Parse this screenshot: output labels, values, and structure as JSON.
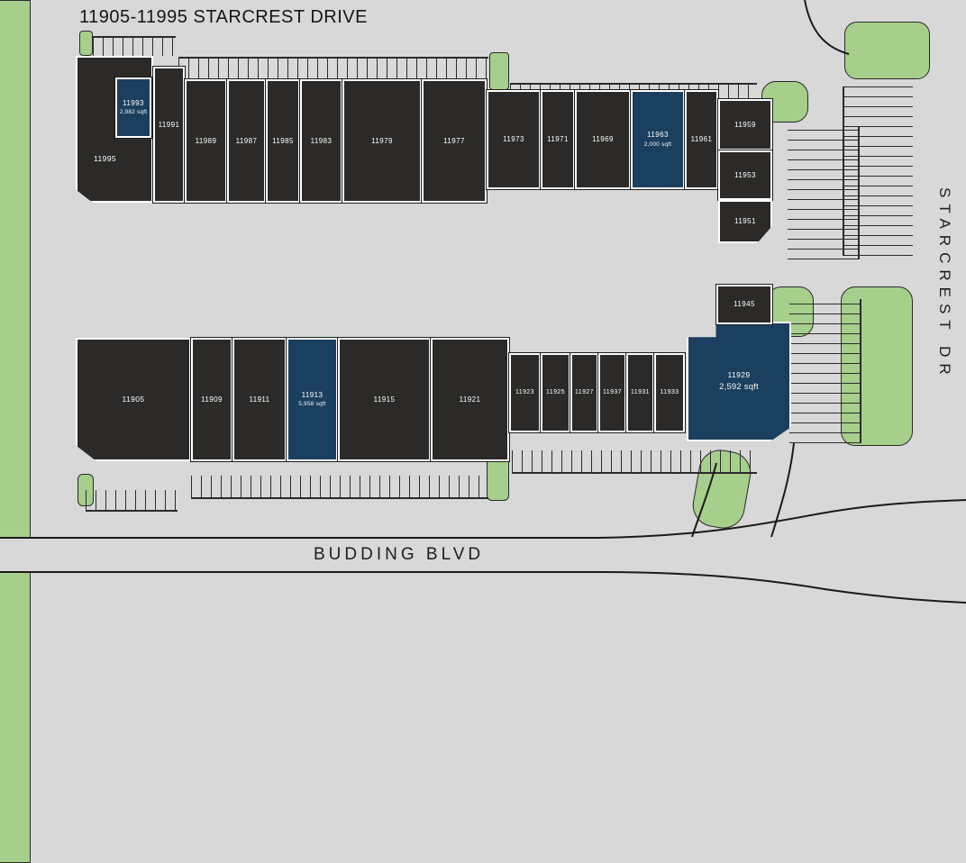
{
  "title": "11905-11995 STARCREST DRIVE",
  "streets": {
    "bottom_road": "BUDDING BLVD",
    "right_road": "STARCREST DR"
  },
  "colors": {
    "background": "#d8d8d8",
    "unit_fill": "#2b2a28",
    "available_fill": "#1b3f5e",
    "landscape_green": "#a6cf8b",
    "line": "#1a1a1a",
    "unit_text": "#ffffff"
  },
  "buildings": {
    "top": {
      "units": [
        {
          "label": "11995"
        },
        {
          "label": "11993",
          "sqft": "2,982 sqft",
          "available": true
        },
        {
          "label": "11991"
        },
        {
          "label": "11989"
        },
        {
          "label": "11987"
        },
        {
          "label": "11985"
        },
        {
          "label": "11983"
        },
        {
          "label": "11979"
        },
        {
          "label": "11977"
        },
        {
          "label": "11973"
        },
        {
          "label": "11971"
        },
        {
          "label": "11969"
        },
        {
          "label": "11963",
          "sqft": "2,000 sqft",
          "available": true
        },
        {
          "label": "11961"
        },
        {
          "label": "11959"
        },
        {
          "label": "11953"
        },
        {
          "label": "11951"
        }
      ]
    },
    "bottom": {
      "units": [
        {
          "label": "11905"
        },
        {
          "label": "11909"
        },
        {
          "label": "11911"
        },
        {
          "label": "11913",
          "sqft": "5,958 sqft",
          "available": true
        },
        {
          "label": "11915"
        },
        {
          "label": "11921"
        },
        {
          "label": "11923"
        },
        {
          "label": "11925"
        },
        {
          "label": "11927"
        },
        {
          "label": "11937"
        },
        {
          "label": "11931"
        },
        {
          "label": "11933"
        },
        {
          "label": "11929",
          "sqft": "2,592 sqft",
          "available": true
        },
        {
          "label": "11945"
        }
      ]
    }
  }
}
